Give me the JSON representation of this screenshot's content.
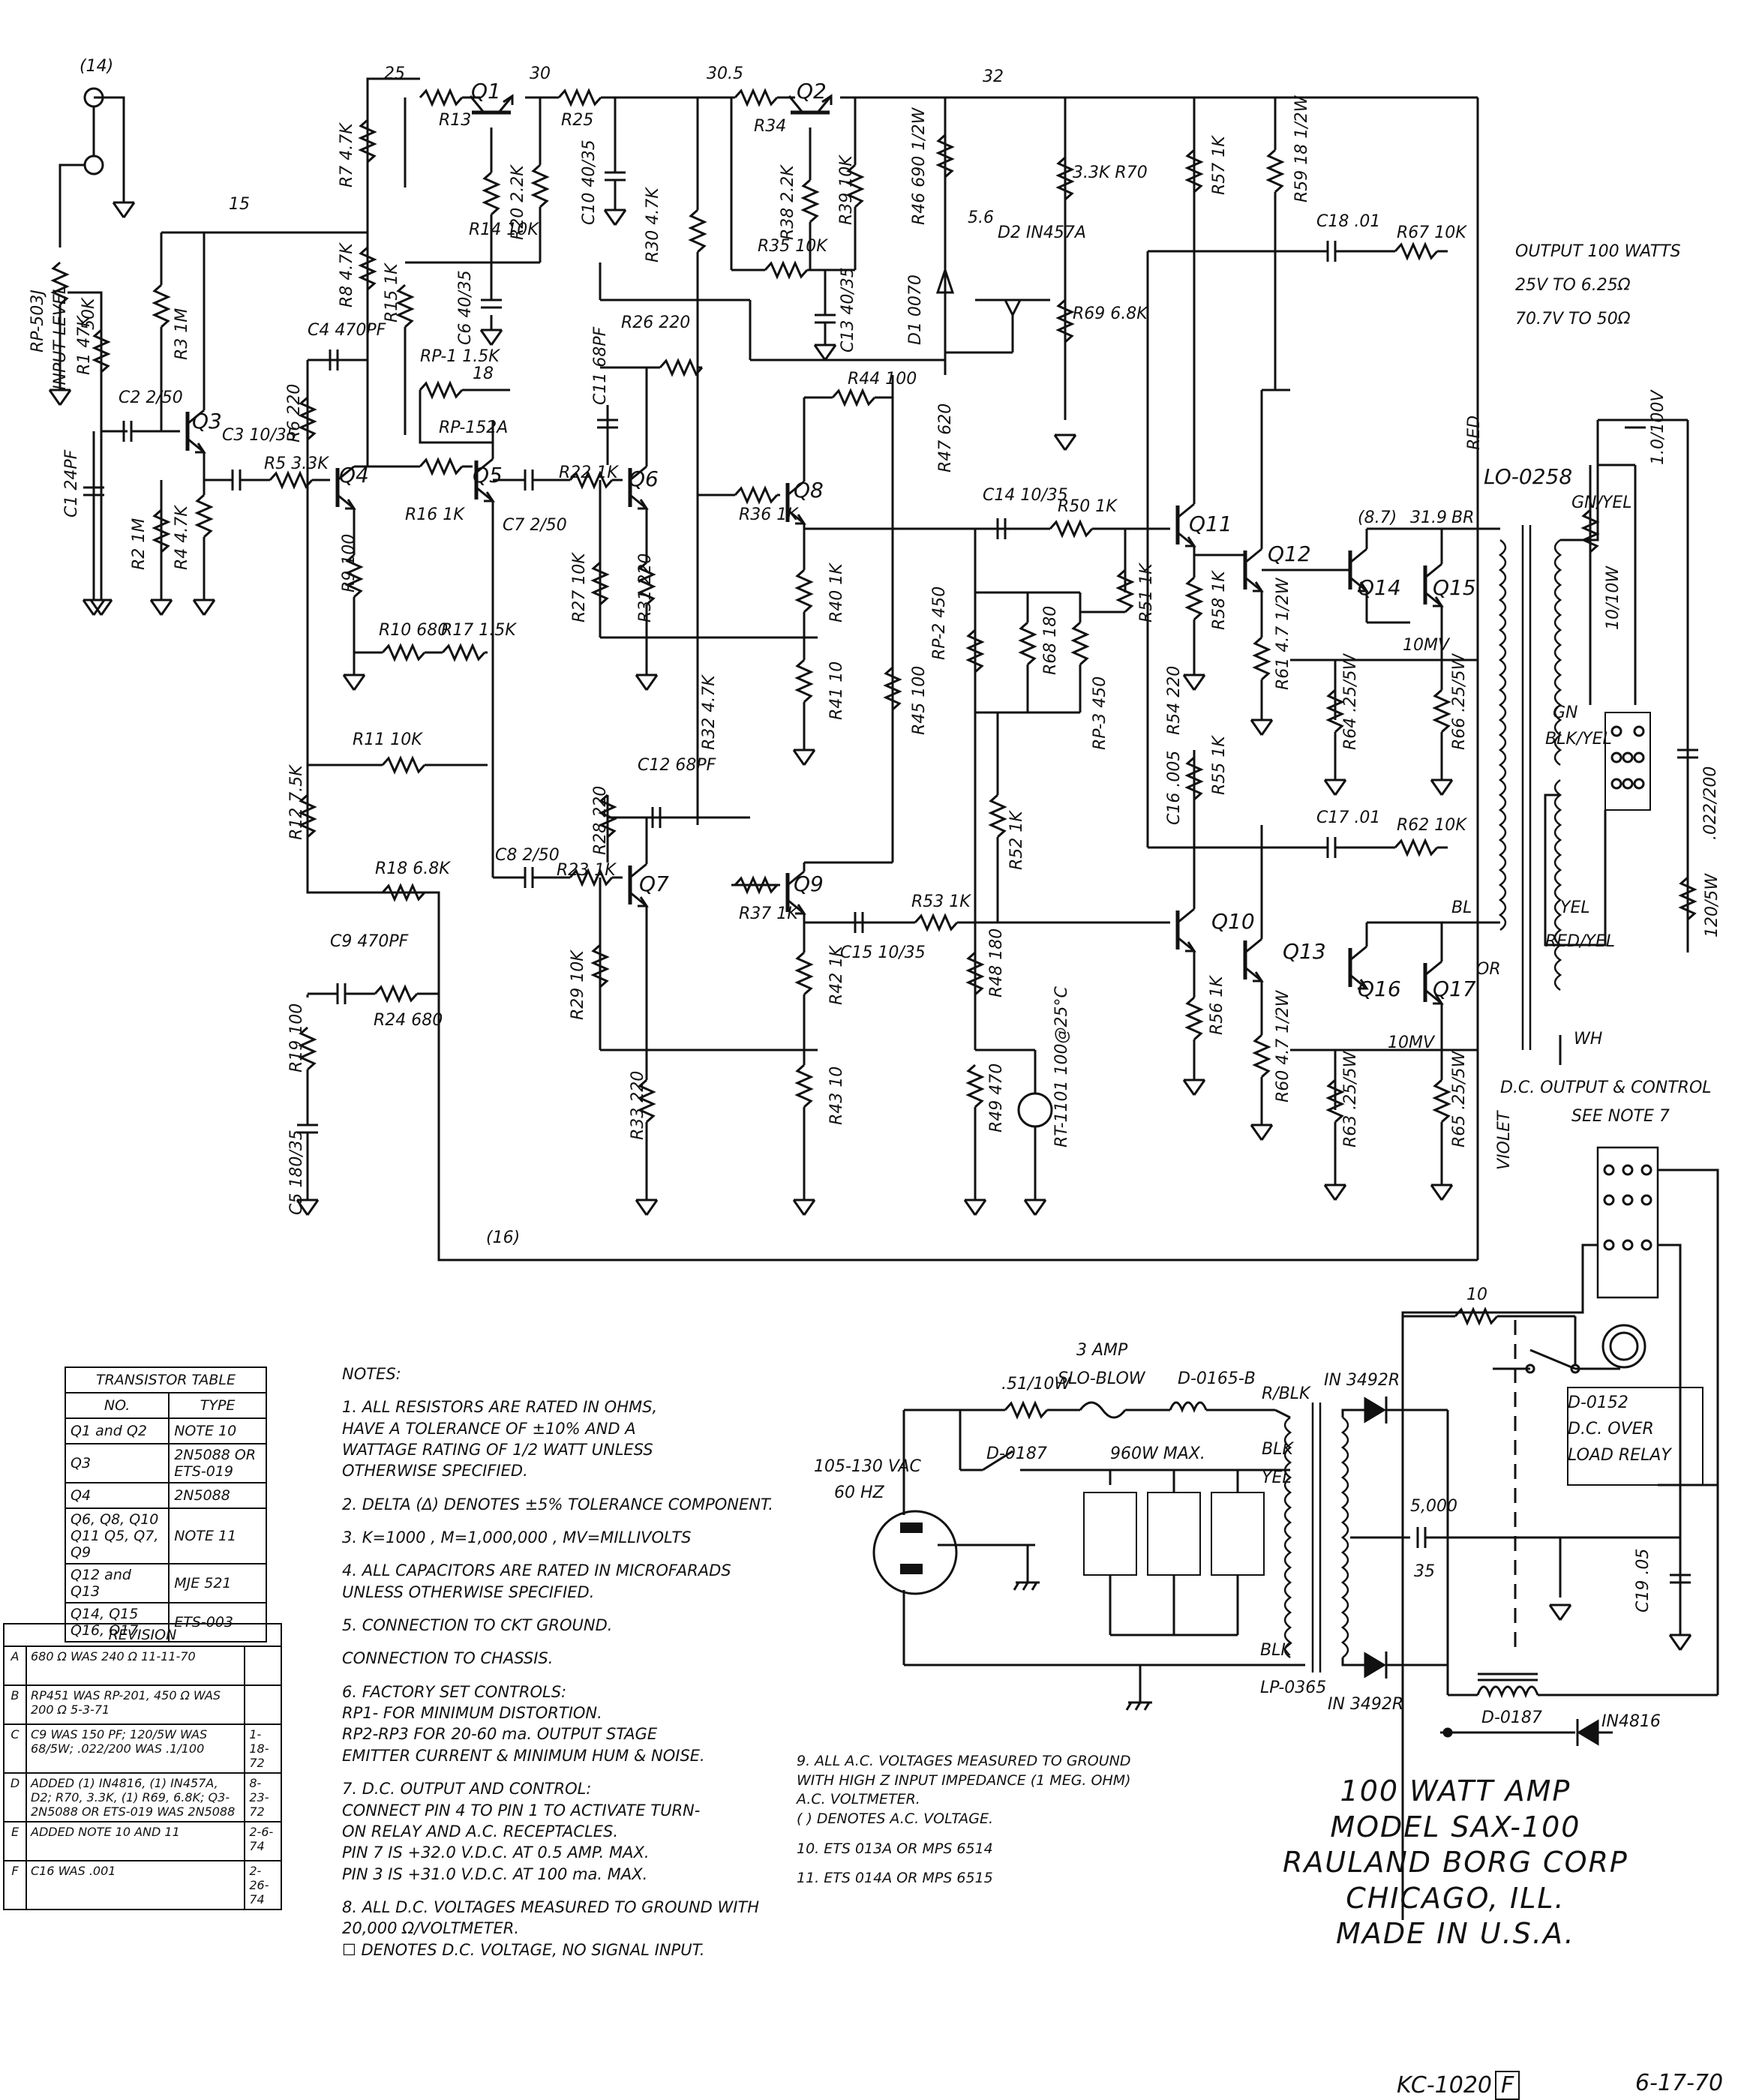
{
  "title": {
    "line1": "100 WATT AMP",
    "line2": "MODEL SAX-100",
    "line3": "RAULAND BORG CORP",
    "line4": "CHICAGO, ILL.",
    "line5": "MADE IN U.S.A."
  },
  "doc_number": "KC-1020",
  "doc_revision": "F",
  "doc_date": "6-17-70",
  "output_spec": {
    "line1": "OUTPUT 100 WATTS",
    "line2": "25V TO 6.25Ω",
    "line3": "70.7V TO 50Ω"
  },
  "input_label": "INPUT LEVEL",
  "input_control": "RP-503J",
  "power": {
    "supply": "105-130 VAC",
    "freq": "60 HZ",
    "fuse": "3 AMP",
    "fuse_type": "SLO-BLOW",
    "resistor": ".51/10W",
    "choke": "D-0165-B",
    "switch": "D-0187",
    "max": "960W MAX.",
    "transformer": "LP-0365",
    "rectifier_top": "IN 3492R",
    "rectifier_bottom": "IN 3492R",
    "filter_cap": "5,000",
    "filter_v": "35",
    "diode": "IN4816",
    "relay_choke": "D-0187",
    "c19": "C19 .05",
    "relay": "D-0152",
    "relay_label1": "D.C. OVER",
    "relay_label2": "LOAD RELAY",
    "r10": "10"
  },
  "dc_output": {
    "line1": "D.C. OUTPUT & CONTROL",
    "line2": "SEE NOTE 7"
  },
  "output_transformer": "LO-0258",
  "labels": {
    "q1": "Q1",
    "q2": "Q2",
    "q3": "Q3",
    "q4": "Q4",
    "q5": "Q5",
    "q6": "Q6",
    "q7": "Q7",
    "q8": "Q8",
    "q9": "Q9",
    "q10": "Q10",
    "q11": "Q11",
    "q12": "Q12",
    "q13": "Q13",
    "q14": "Q14",
    "q15": "Q15",
    "q16": "Q16",
    "q17": "Q17",
    "v25": "25",
    "v30": "30",
    "v305": "30.5",
    "v32": "32",
    "v15": "15",
    "v18": "18",
    "v56": "5.6",
    "v14": "(14)",
    "r13": "R13",
    "r25": "R25",
    "r34": "R34",
    "r14": "R14 10K",
    "r20": "R20 2.2K",
    "r30": "R30 4.7K",
    "r35": "R35 10K",
    "r38": "R38 2.2K",
    "r39": "R39 10K",
    "r46": "R46 690 1/2W",
    "r70": "3.3K R70",
    "r69": "R69 6.8K",
    "d1": "D1 0070",
    "d2": "D2 IN457A",
    "r57": "R57 1K",
    "r59": "R59 18 1/2W",
    "c18": "C18 .01",
    "r67": "R67 10K",
    "c10": "C10 40/35",
    "c6": "C6 40/35",
    "c13": "C13 40/35",
    "r3": "R3 1M",
    "r1": "R1 47K",
    "rp503": "50K",
    "c2": "C2 2/50",
    "c1": "C1 24PF",
    "r2": "R2 1M",
    "r4": "R4 4.7K",
    "c3": "C3 10/35",
    "r5": "R5 3.3K",
    "r6": "R6 220",
    "c4": "C4 470PF",
    "r7": "R7 4.7K",
    "r8": "R8 4.7K",
    "r15": "R15 1K",
    "rp1": "RP-1 1.5K",
    "rp152": "RP-152A",
    "r16": "R16 1K",
    "c7": "C7 2/50",
    "r22": "R22 1K",
    "r26": "R26 220",
    "c11": "C11 68PF",
    "r9": "R9 100",
    "r10": "R10 680",
    "r17": "R17 1.5K",
    "r11": "R11 10K",
    "r27": "R27 10K",
    "r31": "R31 220",
    "r36": "R36 1K",
    "r44": "R44 100",
    "r40": "R40 1K",
    "r41": "R41 10",
    "r32": "R32 4.7K",
    "r45": "R45 100",
    "r47": "R47 620",
    "c14": "C14 10/35",
    "r50": "R50 1K",
    "r51": "R51 1K",
    "rp2": "RP-2 450",
    "rp3": "RP-3 450",
    "r68": "R68 180",
    "r54": "R54 220",
    "c16": "C16 .005",
    "r58": "R58 1K",
    "r55": "R55 1K",
    "r52": "R52 1K",
    "r12": "R12 7.5K",
    "r18": "R18 6.8K",
    "c9": "C9 470PF",
    "r24": "R24 680",
    "r19": "R19 100",
    "c5": "C5 180/35",
    "c8": "C8 2/50",
    "r23": "R23 1K",
    "r28": "R28 220",
    "c12": "C12 68PF",
    "r29": "R29 10K",
    "r33": "R33 220",
    "r37": "R37 1K",
    "r42": "R42 1K",
    "r43": "R43 10",
    "c15": "C15 10/35",
    "r53": "R53 1K",
    "r48": "R48 180",
    "r49": "R49 470",
    "rt1101": "RT-1101 100@25°C",
    "c17": "C17 .01",
    "r62": "R62 10K",
    "r56": "R56 1K",
    "r60": "R60 4.7 1/2W",
    "r61": "R61 4.7 1/2W",
    "r64": "R64 .25/5W",
    "r66": "R66 .25/5W",
    "r63": "R63 .25/5W",
    "r65": "R65 .25/5W",
    "c_out": "1.0/100V",
    "r_out": "10/10W",
    "r_out2": "120/5W",
    "c_out2": ".022/200",
    "red": "RED",
    "violet": "VIOLET",
    "br": "BR",
    "bl": "BL",
    "gnyel": "GN/YEL",
    "gn": "GN",
    "blkyel": "BLK/YEL",
    "yel": "YEL",
    "redyel": "RED/YEL",
    "wh": "WH",
    "or": "OR",
    "rblk": "R/BLK",
    "blk": "BLK",
    "blk2": "BLK",
    "yel2": "YEL",
    "n16": "(16)",
    "mv10": "10MV",
    "v87": "(8.7)",
    "v39": "31.9"
  },
  "transistor_table": {
    "title": "TRANSISTOR TABLE",
    "head_no": "NO.",
    "head_type": "TYPE",
    "rows": [
      {
        "no": "Q1 and Q2",
        "type": "NOTE 10"
      },
      {
        "no": "Q3",
        "type": "2N5088 OR ETS-019"
      },
      {
        "no": "Q4",
        "type": "2N5088"
      },
      {
        "no": "Q6, Q8, Q10 Q11 Q5, Q7, Q9",
        "type": "NOTE 11"
      },
      {
        "no": "Q12 and Q13",
        "type": "MJE 521"
      },
      {
        "no": "Q14, Q15 Q16, Q17",
        "type": "ETS-003"
      }
    ]
  },
  "revision_table": {
    "title": "REVISION",
    "rows": [
      {
        "letter": "A",
        "text": "680 Ω WAS 240 Ω  11-11-70",
        "date": ""
      },
      {
        "letter": "B",
        "text": "RP451 WAS RP-201, 450 Ω WAS 200 Ω  5-3-71",
        "date": ""
      },
      {
        "letter": "C",
        "text": "C9 WAS 150 PF; 120/5W WAS 68/5W; .022/200 WAS .1/100",
        "date": "1-18-72"
      },
      {
        "letter": "D",
        "text": "ADDED (1) IN4816, (1) IN457A, D2; R70, 3.3K, (1) R69, 6.8K; Q3-2N5088 OR ETS-019 WAS 2N5088",
        "date": "8-23-72"
      },
      {
        "letter": "E",
        "text": "ADDED NOTE 10 AND 11",
        "date": "2-6-74"
      },
      {
        "letter": "F",
        "text": "C16 WAS .001",
        "date": "2-26-74"
      }
    ]
  },
  "notes": {
    "heading": "NOTES:",
    "n1": "1. ALL RESISTORS ARE RATED IN OHMS,\n   HAVE A TOLERANCE OF ±10% AND A\n   WATTAGE RATING OF 1/2 WATT UNLESS\n   OTHERWISE SPECIFIED.",
    "n2": "2. DELTA (Δ) DENOTES ±5% TOLERANCE COMPONENT.",
    "n3": "3. K=1000 , M=1,000,000 , MV=MILLIVOLTS",
    "n4": "4. ALL CAPACITORS ARE RATED IN MICROFARADS\n   UNLESS OTHERWISE SPECIFIED.",
    "n5a": "5.  CONNECTION TO CKT GROUND.",
    "n5b": "     CONNECTION TO CHASSIS.",
    "n6": "6. FACTORY SET CONTROLS:\n   RP1- FOR MINIMUM DISTORTION.\n   RP2-RP3 FOR 20-60 ma. OUTPUT STAGE\n   EMITTER CURRENT & MINIMUM HUM & NOISE.",
    "n7": "7. D.C. OUTPUT AND CONTROL:\n   CONNECT PIN 4 TO PIN 1 TO ACTIVATE TURN-\n   ON RELAY AND A.C. RECEPTACLES.\n   PIN 7 IS +32.0 V.D.C. AT 0.5 AMP. MAX.\n   PIN 3 IS +31.0 V.D.C. AT 100 ma. MAX.",
    "n8": "8. ALL D.C. VOLTAGES MEASURED TO GROUND WITH\n   20,000 Ω/VOLTMETER.\n   ☐ DENOTES D.C. VOLTAGE, NO SIGNAL INPUT.",
    "n9": "9. ALL A.C. VOLTAGES MEASURED TO GROUND\n   WITH HIGH Z INPUT IMPEDANCE (1 MEG. OHM)\n   A.C. VOLTMETER.\n   ( ) DENOTES A.C. VOLTAGE.",
    "n10": "10. ETS 013A OR MPS 6514",
    "n11": "11. ETS 014A OR MPS 6515"
  }
}
